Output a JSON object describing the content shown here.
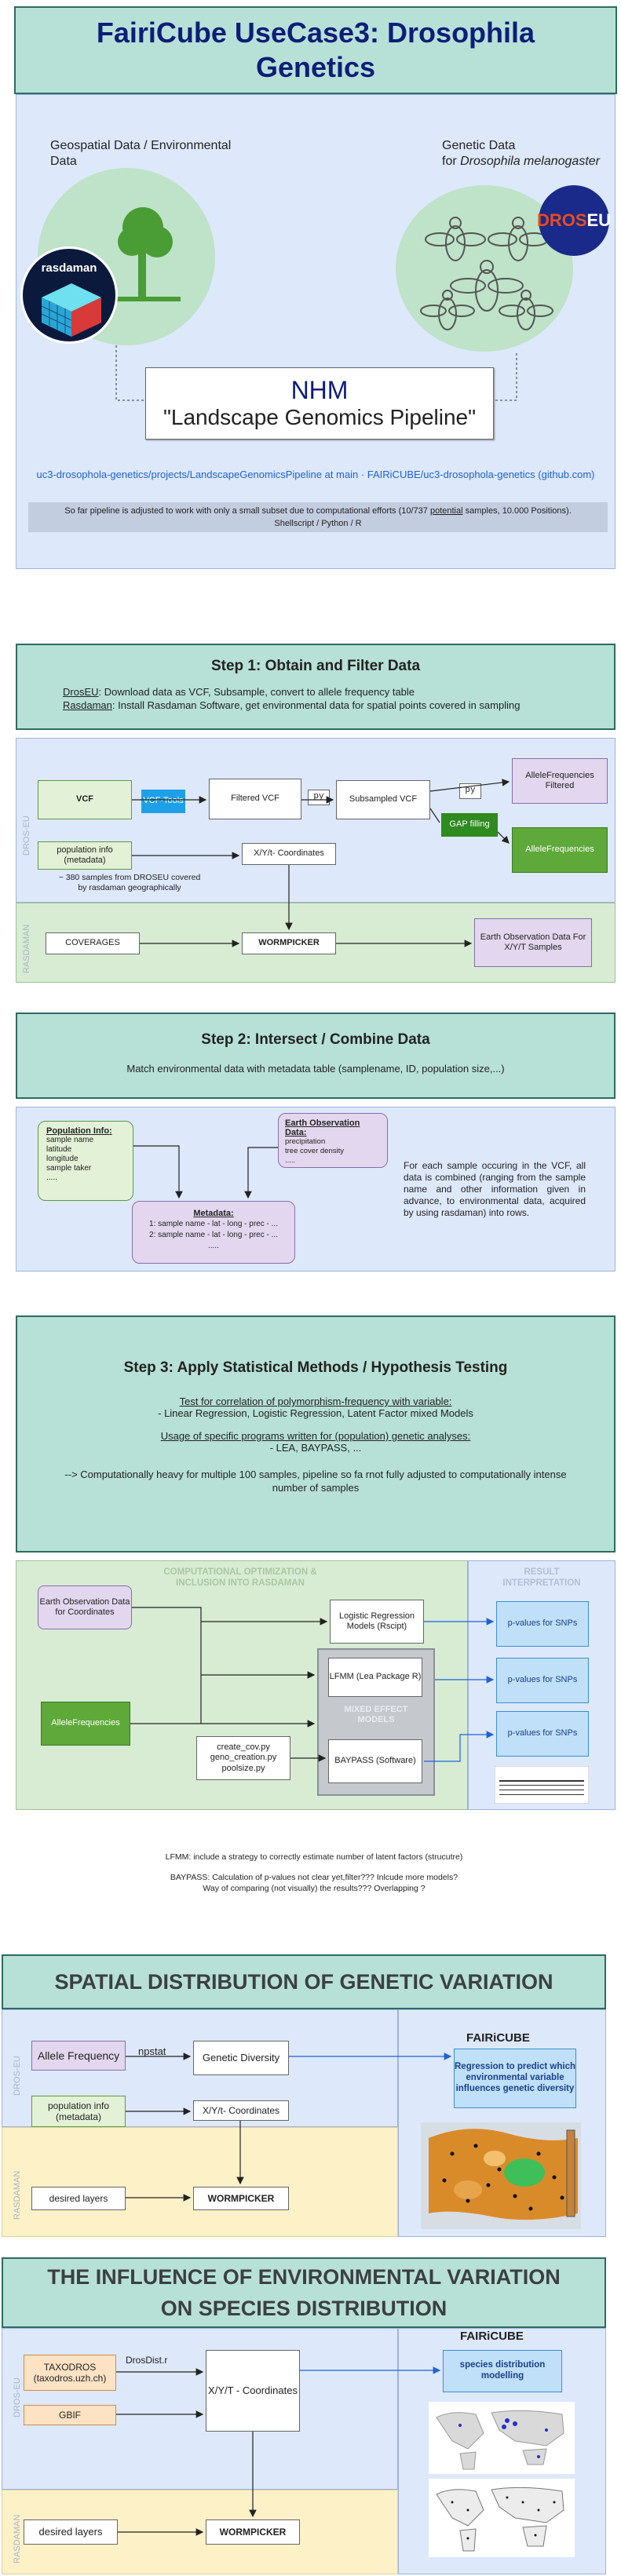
{
  "header": {
    "title_line1": "FairiCube  UseCase3: Drosophila",
    "title_line2": "Genetics"
  },
  "intro": {
    "geo_label": "Geospatial Data / Environmental Data",
    "genetic_label_1": "Genetic Data",
    "genetic_label_2": "for ",
    "genetic_label_species": "Drosophila melanogaster",
    "rasdaman_logo": "rasdaman",
    "droseu_logo_1": "DROS",
    "droseu_logo_2": "EU",
    "nhm_title": "NHM",
    "nhm_subtitle": "\"Landscape Genomics Pipeline\"",
    "link_text": "uc3-drosophola-genetics/projects/LandscapeGenomicsPipeline at main · FAIRiCUBE/uc3-drosophola-genetics (github.com)",
    "note_1": "So far pipeline is adjusted to work with only a small subset due to computational efforts (10/737 ",
    "note_potential": "potential",
    "note_2": " samples, 10.000 Positions).",
    "note_3": "Shellscript / Python / R"
  },
  "step1": {
    "title": "Step 1: Obtain and Filter Data",
    "droseu_label": "DrosEU",
    "droseu_text": ": Download data as VCF, Subsample, convert to allele frequency table",
    "rasdaman_label": "Rasdaman",
    "rasdaman_text": ": Install Rasdaman Software, get environmental data for spatial points covered in sampling",
    "lane_droseu": "DROS-EU",
    "lane_rasdaman": "RASDAMAN",
    "vcf": "VCF",
    "vcf_tools": "VCF-Tools",
    "filtered_vcf": "Filtered VCF",
    "py1": "py",
    "py2": "py",
    "subsampled_vcf": "Subsampled VCF",
    "allele_filtered": "AlleleFrequencies Filtered",
    "gap_filling": "GAP filling",
    "allele_freq": "AlleleFrequencies",
    "population_info": "population info (metadata)",
    "xyt_coords": "X/Y/t- Coordinates",
    "samples_note": "~ 380 samples from DROSEU covered by rasdaman geographically",
    "coverages": "COVERAGES",
    "wormpicker": "WORMPICKER",
    "eo_data": "Earth Observation Data For X/Y/T Samples"
  },
  "step2": {
    "title": "Step 2: Intersect / Combine Data",
    "subtitle": "Match environmental data with metadata table (samplename, ID, population size,...)",
    "pop_title": "Population Info:",
    "pop_items": [
      "sample name",
      "latitude",
      "longitude",
      "sample taker",
      "....."
    ],
    "eo_title": "Earth Observation Data:",
    "eo_items": [
      "precipitation",
      "tree cover density",
      "....."
    ],
    "meta_title": "Metadata:",
    "meta_items": [
      "1: sample name - lat - long - prec - ...",
      "2: sample name - lat - long - prec - ...",
      "....."
    ],
    "description": "For each sample occuring in the VCF, all data is combined (ranging from the sample name and other information given in advance, to environmental data, acquired by using rasdaman) into rows."
  },
  "step3": {
    "title": "Step 3: Apply Statistical Methods / Hypothesis Testing",
    "test_heading": "Test for correlation of polymorphism-frequency with variable:",
    "test_methods": "- Linear Regression, Logistic Regression, Latent Factor mixed Models",
    "programs_heading": "Usage of specific programs written for (population) genetic analyses:",
    "programs": "- LEA, BAYPASS, ...",
    "heavy_note": "--> Computationally heavy for multiple 100 samples, pipeline so fa rnot fully adjusted to computationally intense number of samples"
  },
  "compute": {
    "panel_title": "COMPUTATIONAL OPTIMIZATION & INCLUSION INTO RASDAMAN",
    "result_title": "RESULT INTERPRETATION",
    "eo_coords": "Earth Observation Data for Coordinates",
    "allele": "AlleleFrequencies",
    "logistic": "Logistic Regression Models (Rscipt)",
    "lfmm": "LFMM (Lea Package R)",
    "mixed_effect": "MIXED EFFECT MODELS",
    "baypass": "BAYPASS (Software)",
    "scripts": [
      "create_cov.py",
      "geno_creation.py",
      "poolsize.py"
    ],
    "pvalues": [
      "p-values for SNPs",
      "p-values for SNPs",
      "p-values for SNPs"
    ],
    "lfmm_note": "LFMM: include a strategy to correctly estimate number of latent factors (strucutre)",
    "baypass_note_1": "BAYPASS: Calculation of p-values not clear yet,filter??? Inlcude more models?",
    "baypass_note_2": "Way of comparing (not visually) the results??? Overlapping ?"
  },
  "spatial": {
    "title": "SPATIAL DISTRIBUTION OF GENETIC VARIATION",
    "lane_droseu": "DROS-EU",
    "lane_rasdaman": "RASDAMAN",
    "allele_frequency": "Allele Frequency",
    "npstat": "npstat",
    "genetic_diversity": "Genetic Diversity",
    "population_info": "population info (metadata)",
    "xyt_coords": "X/Y/t- Coordinates",
    "desired_layers": "desired layers",
    "wormpicker": "WORMPICKER",
    "fairicube": "FAIRiCUBE",
    "regression": "Regression to predict which environmental variable influences genetic diversity"
  },
  "influence": {
    "title_1": "THE INFLUENCE OF ENVIRONMENTAL VARIATION",
    "title_2": "ON SPECIES DISTRIBUTION",
    "lane_droseu": "DROS-EU",
    "lane_rasdaman": "RASDAMAN",
    "taxodros": "TAXODROS (taxodros.uzh.ch)",
    "drosdist": "DrosDist.r",
    "gbif": "GBIF",
    "xyt_coords": "X/Y/T - Coordinates",
    "desired_layers": "desired layers",
    "wormpicker": "WORMPICKER",
    "fairicube": "FAIRiCUBE",
    "sdm": "species distribution modelling"
  },
  "colors": {
    "teal": "#b7e1d6",
    "light_blue": "#dde8fb",
    "light_green": "#d7ecd3",
    "dark_green": "#5fa83a",
    "purple": "#e2d7ee",
    "navy": "#1a237e"
  }
}
